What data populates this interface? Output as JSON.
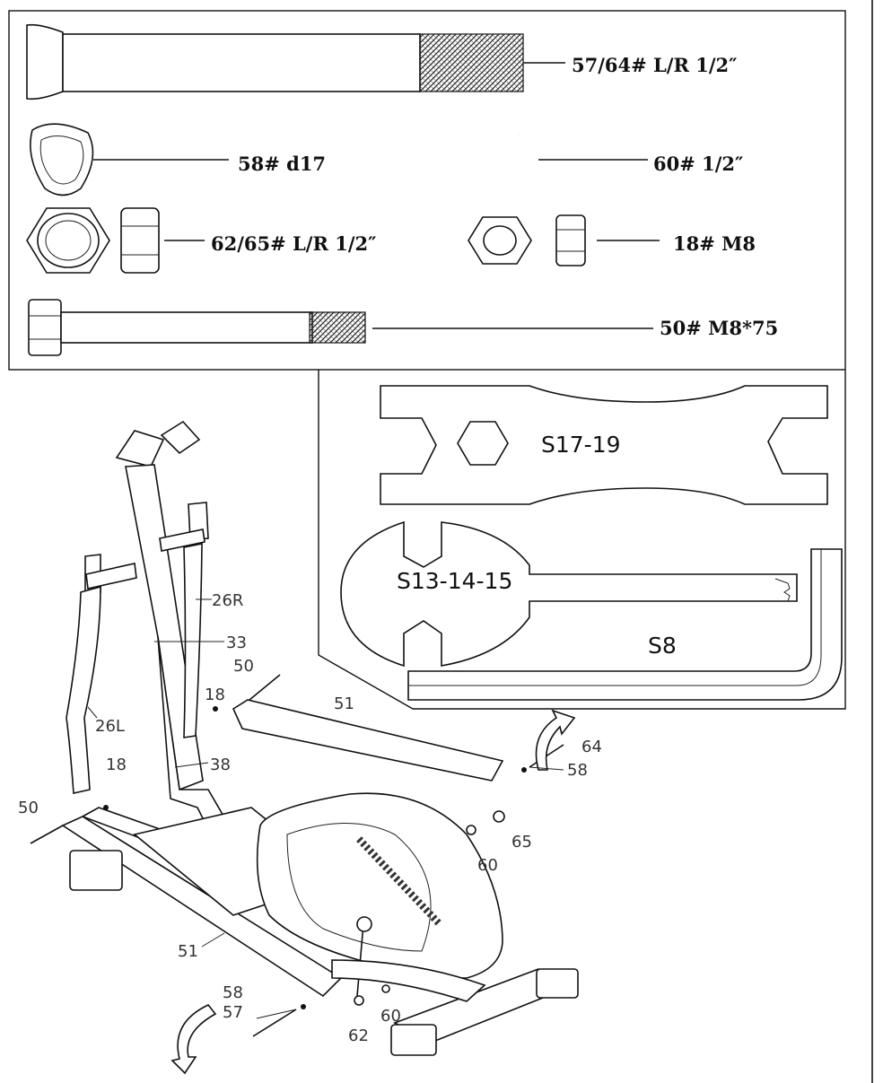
{
  "hardware": {
    "bolt_long": "57/64# L/R 1/2″",
    "spacer": "58# d17",
    "spring_washer": "60# 1/2″",
    "nut_large": "62/65# L/R 1/2″",
    "nut_small": "18#  M8",
    "bolt_m8": "50# M8*75"
  },
  "tools": {
    "wrench_double": "S17-19",
    "wrench_multi": "S13-14-15",
    "allen_key": "S8"
  },
  "callouts": {
    "c26R": "26R",
    "c33": "33",
    "c50_top": "50",
    "c18_top": "18",
    "c51_top": "51",
    "c26L": "26L",
    "c64": "64",
    "c58_right": "58",
    "c18_left": "18",
    "c38": "38",
    "c50_left": "50",
    "c65": "65",
    "c60_right": "60",
    "c51_bottom": "51",
    "c58_bottom": "58",
    "c57": "57",
    "c60_bottom": "60",
    "c62": "62"
  }
}
